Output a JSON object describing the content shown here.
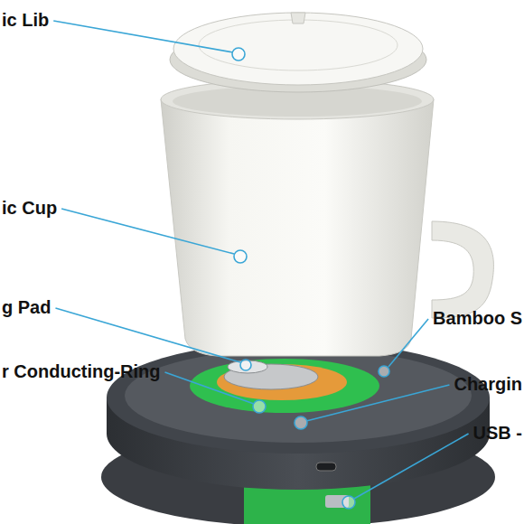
{
  "diagram": {
    "labels": [
      "ic Lib",
      "ic Cup",
      "g Pad",
      "r Conducting-Ring",
      "Bamboo S",
      "Chargin",
      "USB -"
    ]
  }
}
